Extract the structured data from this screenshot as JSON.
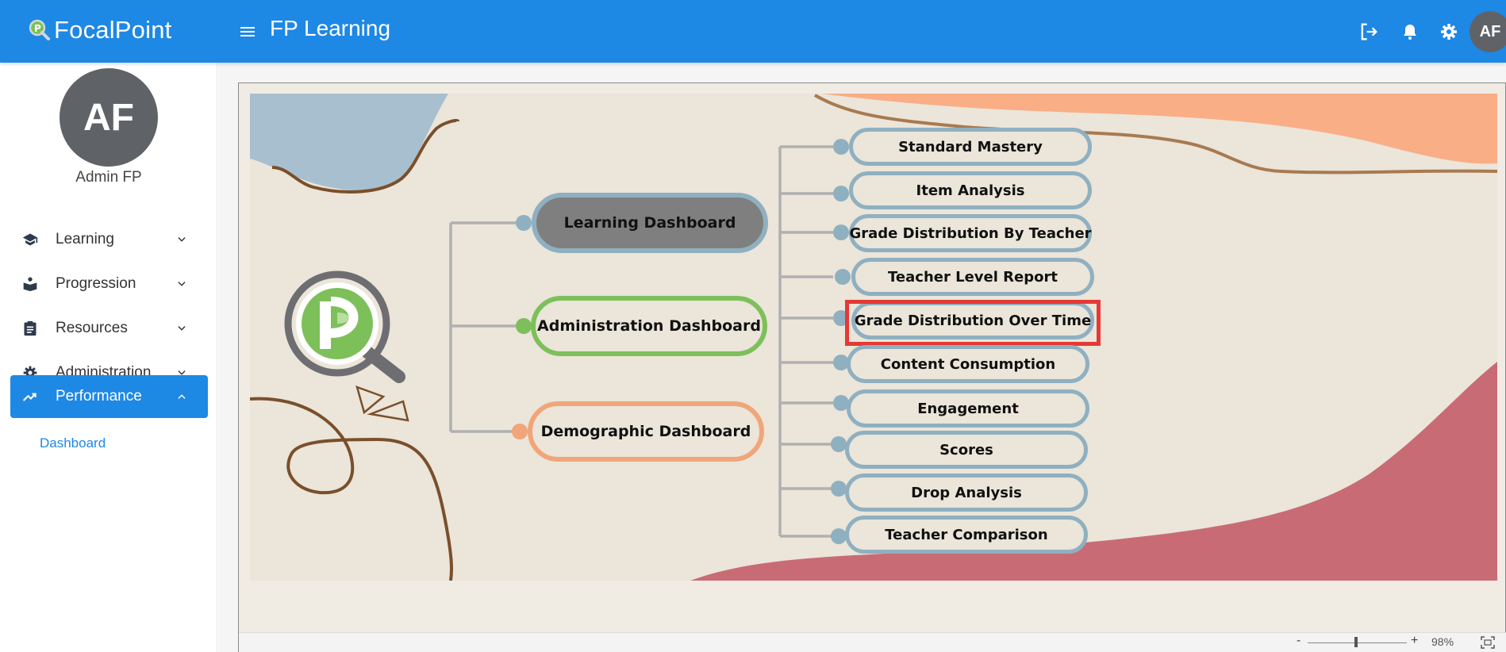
{
  "header": {
    "brand": "FocalPoint",
    "app_title": "FP Learning",
    "avatar_initials": "AF",
    "color": "#1e88e5"
  },
  "sidebar": {
    "avatar_initials": "AF",
    "username": "Admin FP",
    "items": [
      {
        "label": "Learning",
        "icon": "graduation-cap-icon",
        "expanded": false
      },
      {
        "label": "Progression",
        "icon": "book-reader-icon",
        "expanded": false
      },
      {
        "label": "Resources",
        "icon": "clipboard-icon",
        "expanded": false
      },
      {
        "label": "Administration",
        "icon": "gear-icon",
        "expanded": false
      },
      {
        "label": "Performance",
        "icon": "trending-up-icon",
        "expanded": true,
        "active": true
      }
    ],
    "sub_items": [
      {
        "label": "Dashboard"
      }
    ]
  },
  "viewer": {
    "zoom_minus": "-",
    "zoom_plus": "+",
    "zoom_level": "98%",
    "zoom_fraction": 0.49
  },
  "mindmap": {
    "main": [
      {
        "label": "Learning Dashboard",
        "border": "#8fb0c0",
        "fill": "#7f7f7f",
        "dot": "#8fb0c0"
      },
      {
        "label": "Administration Dashboard",
        "border": "#7dc05a",
        "fill": "#ebe5da",
        "dot": "#7dc05a"
      },
      {
        "label": "Demographic Dashboard",
        "border": "#f0a679",
        "fill": "#ebe5da",
        "dot": "#f0a679"
      }
    ],
    "reports": [
      {
        "label": "Standard Mastery"
      },
      {
        "label": "Item Analysis"
      },
      {
        "label": "Grade Distribution By Teacher"
      },
      {
        "label": "Teacher Level Report"
      },
      {
        "label": "Grade Distribution Over Time",
        "highlighted": true
      },
      {
        "label": "Content Consumption"
      },
      {
        "label": "Engagement"
      },
      {
        "label": "Scores"
      },
      {
        "label": "Drop Analysis"
      },
      {
        "label": "Teacher Comparison"
      }
    ],
    "colors": {
      "connector": "#b0b0b0",
      "report_border": "#8fb0c0",
      "highlight": "#e53935",
      "peach": "#f9ae86",
      "rose": "#c96b75",
      "slate": "#a8bfcf",
      "brown": "#7a4f2a"
    }
  }
}
